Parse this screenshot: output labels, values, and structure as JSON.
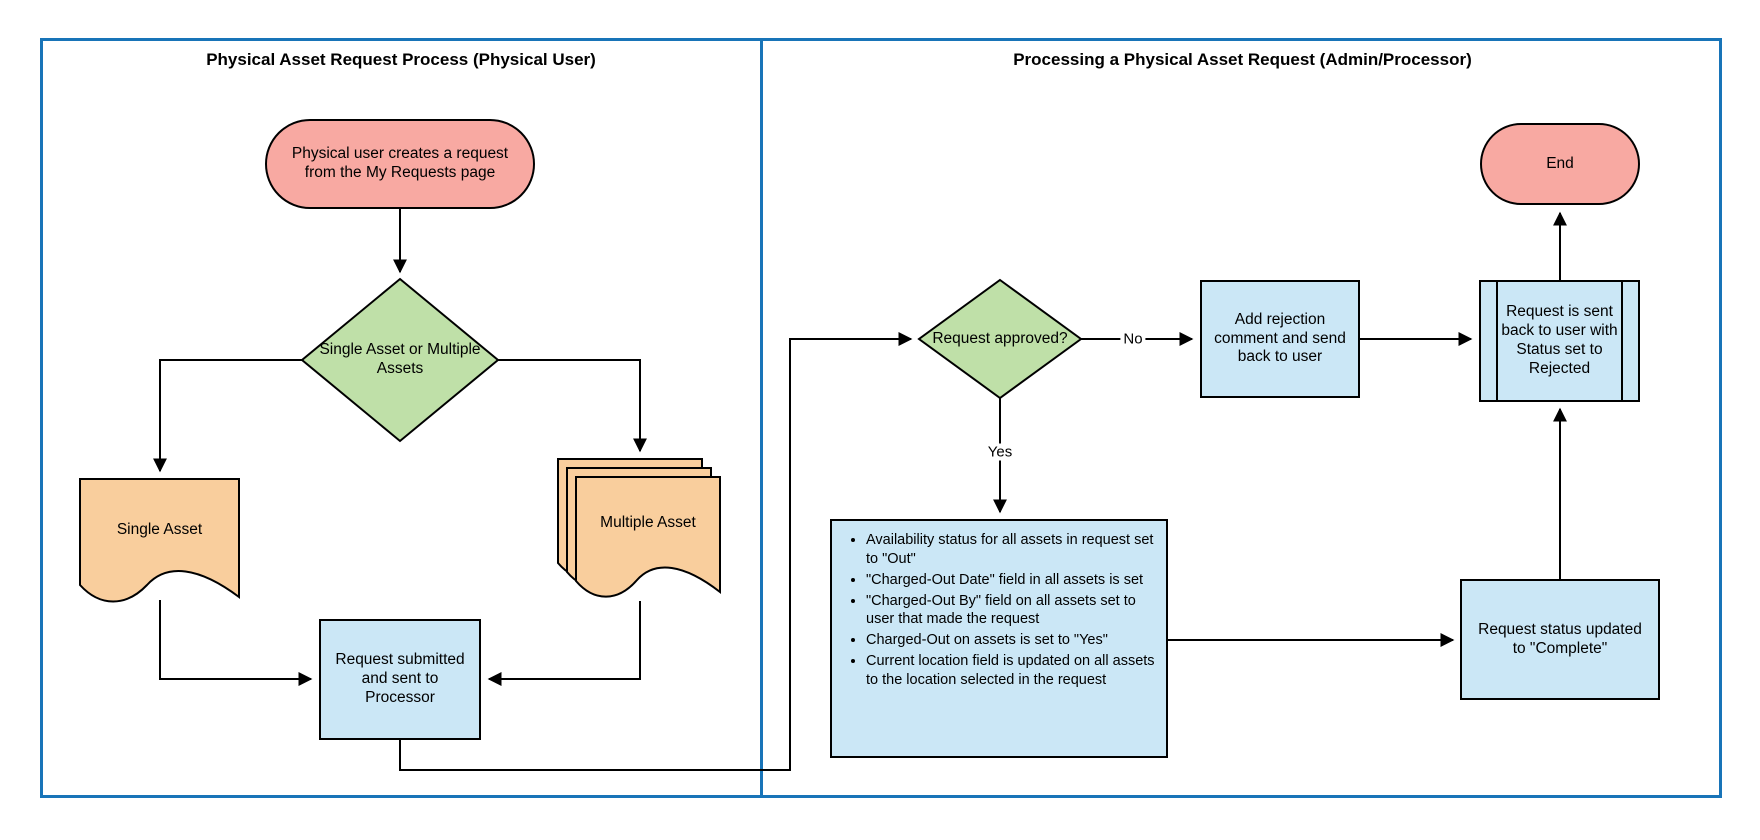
{
  "diagram": {
    "panels": {
      "left_title": "Physical Asset Request Process (Physical User)",
      "right_title": "Processing a Physical Asset Request (Admin/Processor)"
    },
    "nodes": {
      "start": {
        "type": "terminator",
        "label": "Physical user creates a request from the My Requests page"
      },
      "asset_count_decision": {
        "type": "decision",
        "label": "Single Asset or Multiple Assets"
      },
      "single_asset": {
        "type": "document",
        "label": "Single Asset"
      },
      "multiple_asset": {
        "type": "multi-document",
        "label": "Multiple Asset"
      },
      "request_submitted": {
        "type": "process",
        "label": "Request submitted and sent to Processor"
      },
      "request_approved": {
        "type": "decision",
        "label": "Request approved?"
      },
      "add_rejection": {
        "type": "process",
        "label": "Add rejection comment and send back to user"
      },
      "sent_back_rejected": {
        "type": "predefined-process",
        "label": "Request is sent back to user with Status set to Rejected"
      },
      "end": {
        "type": "terminator",
        "label": "End"
      },
      "approved_actions": {
        "type": "process",
        "bullets": [
          "Availability status for all assets in request set to \"Out\"",
          "\"Charged-Out Date\" field in all assets is set",
          "\"Charged-Out By\" field on all assets set to user that made the request",
          "Charged-Out on assets is set to \"Yes\"",
          "Current location field is updated on all assets to the location selected in the request"
        ]
      },
      "status_complete": {
        "type": "process",
        "label": "Request status updated to \"Complete\""
      }
    },
    "edge_labels": {
      "no": "No",
      "yes": "Yes"
    },
    "colors": {
      "frame_blue": "#1874b8",
      "terminator_fill": "#f8a9a2",
      "decision_fill": "#bfe0a8",
      "document_fill": "#f9ce9d",
      "process_fill": "#cbe7f6",
      "stroke": "#000000"
    }
  }
}
